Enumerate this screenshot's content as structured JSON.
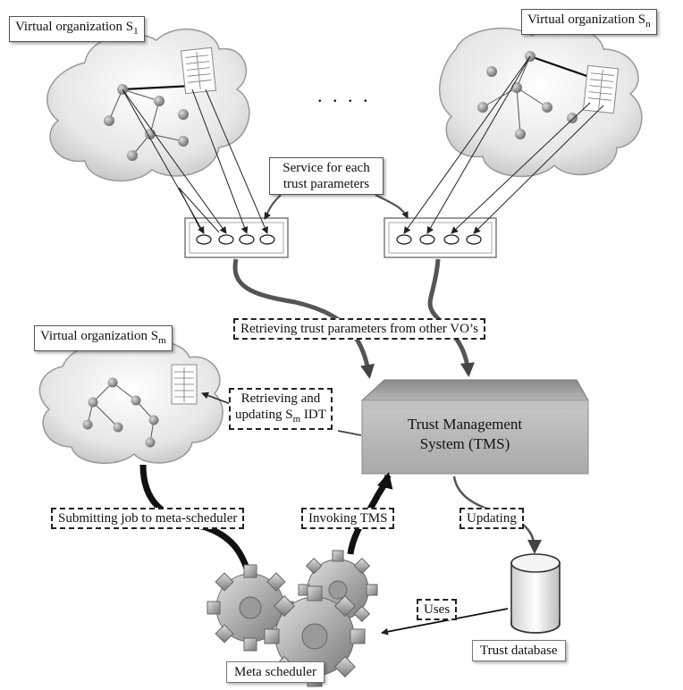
{
  "vo1": {
    "label": "Virtual organization  S",
    "sub": "1"
  },
  "von": {
    "label": "Virtual organization  S",
    "sub": "n"
  },
  "vom": {
    "label": "Virtual organization  S",
    "sub": "m"
  },
  "ellipsis": ". . . .",
  "service_label": {
    "line1": "Service for each",
    "line2": "trust parameters"
  },
  "retrieving_label": "Retrieving trust parameters  from other VO’s",
  "retrieving_updating": {
    "line1": "Retrieving and",
    "line2_pre": "updating S",
    "line2_sub": "m",
    "line2_post": " IDT"
  },
  "tms": {
    "line1": "Trust Management",
    "line2": "System (TMS)"
  },
  "submitting_label": "Submitting job to meta-scheduler",
  "invoking_label": "Invoking TMS",
  "updating_label": "Updating",
  "uses_label": "Uses",
  "trust_database_label": "Trust database",
  "meta_scheduler_label": "Meta scheduler"
}
